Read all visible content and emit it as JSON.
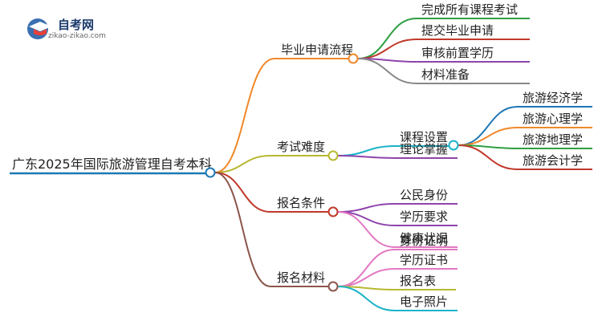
{
  "logo": {
    "title": "自考网",
    "subtitle": "zikao-zikao.com"
  },
  "mindmap": {
    "root": "广东2025年国际旅游管理自考本科",
    "branches": [
      {
        "label": "毕业申请流程",
        "color": "#f0882a",
        "children": [
          {
            "label": "完成所有课程考试",
            "color": "#2ea043"
          },
          {
            "label": "提交毕业申请",
            "color": "#c0392b"
          },
          {
            "label": "审核前置学历",
            "color": "#8e44ad"
          },
          {
            "label": "材料准备",
            "color": "#888888"
          }
        ]
      },
      {
        "label": "考试难度",
        "color": "#b8b832",
        "children": [
          {
            "label": "课程设置",
            "color": "#1cb3c8",
            "children": [
              {
                "label": "旅游经济学",
                "color": "#1f77b4"
              },
              {
                "label": "旅游心理学",
                "color": "#f0882a"
              },
              {
                "label": "旅游地理学",
                "color": "#2ea043"
              },
              {
                "label": "旅游会计学",
                "color": "#c0392b"
              }
            ]
          },
          {
            "label": "理论掌握",
            "color": "#8e44ad"
          }
        ]
      },
      {
        "label": "报名条件",
        "color": "#c0392b",
        "children": [
          {
            "label": "公民身份",
            "color": "#8e44ad"
          },
          {
            "label": "学历要求",
            "color": "#8e44ad"
          },
          {
            "label": "健康状况",
            "color": "#e377c2"
          }
        ]
      },
      {
        "label": "报名材料",
        "color": "#8c564b",
        "children": [
          {
            "label": "身份证明",
            "color": "#e377c2"
          },
          {
            "label": "学历证书",
            "color": "#e377c2"
          },
          {
            "label": "报名表",
            "color": "#b8b832"
          },
          {
            "label": "电子照片",
            "color": "#1cb3c8"
          }
        ]
      }
    ]
  }
}
